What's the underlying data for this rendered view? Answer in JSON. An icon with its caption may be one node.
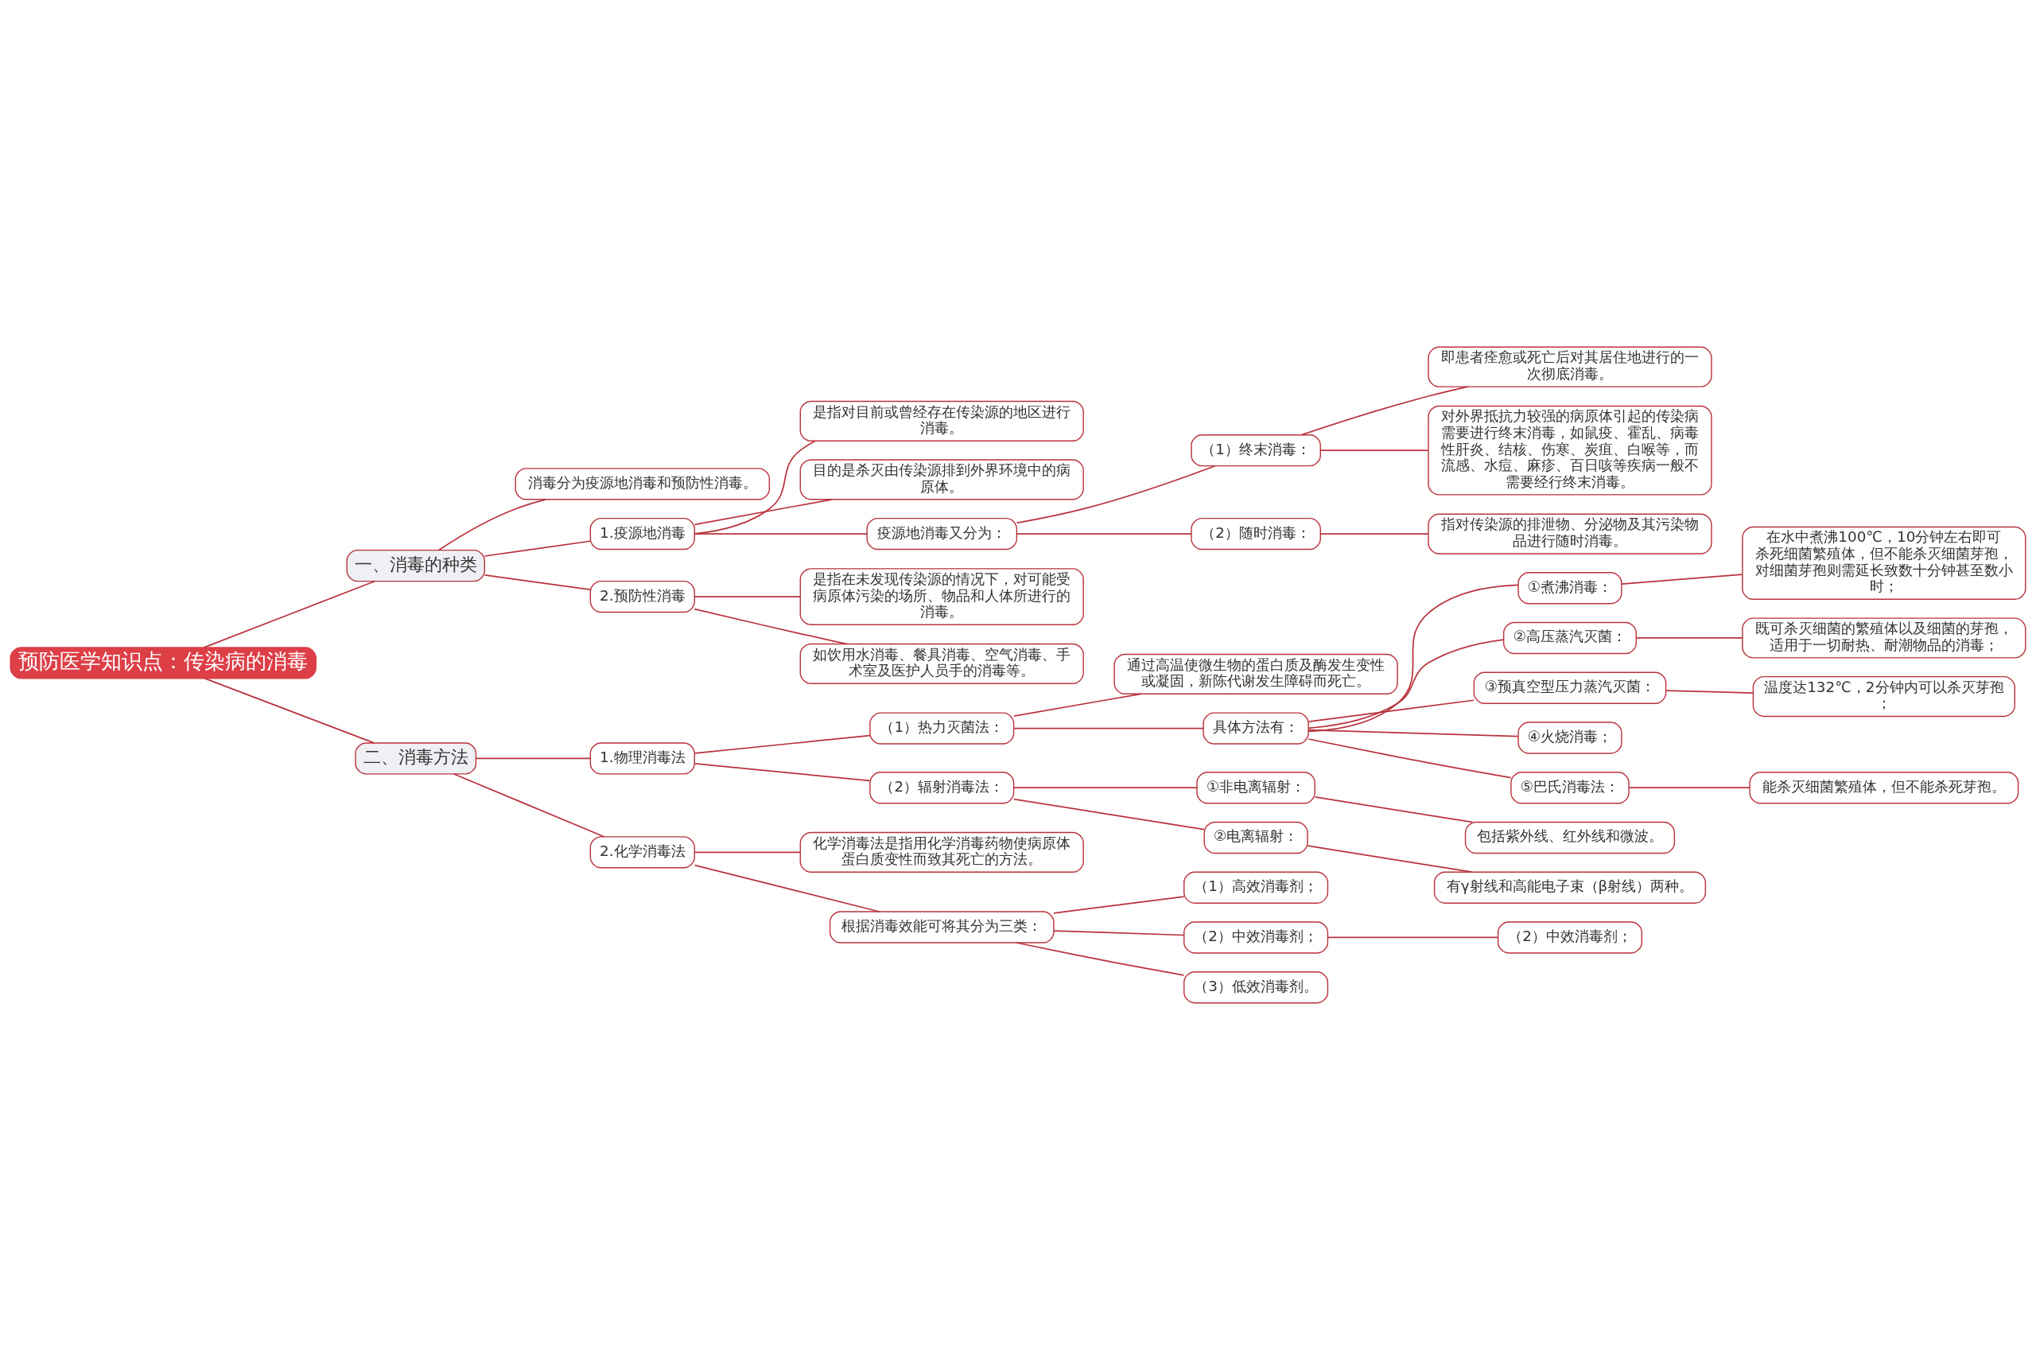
{
  "diagram": {
    "nodes": [
      {
        "text": [
          "预防医学知识点：传染病的消毒"
        ]
      },
      {
        "text": [
          "一、消毒的种类"
        ]
      },
      {
        "text": [
          "消毒分为疫源地消毒和预防性消毒。"
        ]
      },
      {
        "text": [
          "1.疫源地消毒"
        ]
      },
      {
        "text": [
          "是指对目前或曾经存在传染源的地区进行消毒。"
        ]
      },
      {
        "text": [
          "目的是杀灭由传染源排到外界环境中的病原体。"
        ]
      },
      {
        "text": [
          "疫源地消毒又分为："
        ]
      },
      {
        "text": [
          "（1）终末消毒："
        ]
      },
      {
        "text": [
          "即患者痊愈或死亡后对其居住地进行的一次彻底消毒。"
        ]
      },
      {
        "text": [
          "对外界抵抗力较强的病原体引起的传染病需要进行终末消毒，如鼠疫、霍乱、病毒性肝炎、结核、伤寒、炭疽、白喉等，而流感、水痘、麻疹、百日咳等疾病一般不需要经行终末消毒。"
        ]
      },
      {
        "text": [
          "（2）随时消毒："
        ]
      },
      {
        "text": [
          "指对传染源的排泄物、分泌物及其污染物品进行随时消毒。"
        ]
      },
      {
        "text": [
          "2.预防性消毒"
        ]
      },
      {
        "text": [
          "是指在未发现传染源的情况下，对可能受病原体污染的场所、物品和人体所进行的消毒。"
        ]
      },
      {
        "text": [
          "如饮用水消毒、餐具消毒、空气消毒、手术室及医护人员手的消毒等。"
        ]
      },
      {
        "text": [
          "二、消毒方法"
        ]
      },
      {
        "text": [
          "1.物理消毒法"
        ]
      },
      {
        "text": [
          "（1）热力灭菌法："
        ]
      },
      {
        "text": [
          "通过高温使微生物的蛋白质及酶发生变性或凝固，新陈代谢发生障碍而死亡。"
        ]
      },
      {
        "text": [
          "具体方法有："
        ]
      },
      {
        "text": [
          "①煮沸消毒："
        ]
      },
      {
        "text": [
          "在水中煮沸100℃，10分钟左右即可杀死细菌繁殖体，但不能杀灭细菌芽孢，对细菌芽孢则需延长致数十分钟甚至数小时；"
        ]
      },
      {
        "text": [
          "②高压蒸汽灭菌："
        ]
      },
      {
        "text": [
          "既可杀灭细菌的繁殖体以及细菌的芽孢，适用于一切耐热、耐潮物品的消毒；"
        ]
      },
      {
        "text": [
          "③预真空型压力蒸汽灭菌："
        ]
      },
      {
        "text": [
          "温度达132℃，2分钟内可以杀灭芽孢；"
        ]
      },
      {
        "text": [
          "④火烧消毒；"
        ]
      },
      {
        "text": [
          "⑤巴氏消毒法："
        ]
      },
      {
        "text": [
          "能杀灭细菌繁殖体，但不能杀死芽孢。"
        ]
      },
      {
        "text": [
          "（2）辐射消毒法："
        ]
      },
      {
        "text": [
          "①非电离辐射："
        ]
      },
      {
        "text": [
          "包括紫外线、红外线和微波。"
        ]
      },
      {
        "text": [
          "②电离辐射："
        ]
      },
      {
        "text": [
          "有γ射线和高能电子束（β射线）两种。"
        ]
      },
      {
        "text": [
          "2.化学消毒法"
        ]
      },
      {
        "text": [
          "化学消毒法是指用化学消毒药物使病原体蛋白质变性而致其死亡的方法。"
        ]
      },
      {
        "text": [
          "根据消毒效能可将其分为三类："
        ]
      },
      {
        "text": [
          "（1）高效消毒剂；"
        ]
      },
      {
        "text": [
          "（2）中效消毒剂；"
        ]
      },
      {
        "text": [
          "（2）中效消毒剂；"
        ]
      },
      {
        "text": [
          "（3）低效消毒剂。"
        ]
      }
    ],
    "edges": [
      {
        "from": 0,
        "to": 1,
        "arrow": "none"
      },
      {
        "from": 1,
        "to": 2,
        "arrow": "none"
      },
      {
        "from": 1,
        "to": 3,
        "arrow": "none"
      },
      {
        "from": 3,
        "to": 4,
        "arrow": "none"
      },
      {
        "from": 3,
        "to": 5,
        "arrow": "none"
      },
      {
        "from": 3,
        "to": 6,
        "arrow": "none"
      },
      {
        "from": 6,
        "to": 7,
        "arrow": "none"
      },
      {
        "from": 7,
        "to": 8,
        "arrow": "none"
      },
      {
        "from": 7,
        "to": 9,
        "arrow": "none"
      },
      {
        "from": 6,
        "to": 10,
        "arrow": "none"
      },
      {
        "from": 10,
        "to": 11,
        "arrow": "none"
      },
      {
        "from": 1,
        "to": 12,
        "arrow": "none"
      },
      {
        "from": 12,
        "to": 13,
        "arrow": "none"
      },
      {
        "from": 12,
        "to": 14,
        "arrow": "none"
      },
      {
        "from": 0,
        "to": 15,
        "arrow": "none"
      },
      {
        "from": 15,
        "to": 16,
        "arrow": "none"
      },
      {
        "from": 16,
        "to": 17,
        "arrow": "none"
      },
      {
        "from": 17,
        "to": 18,
        "arrow": "none"
      },
      {
        "from": 17,
        "to": 19,
        "arrow": "none"
      },
      {
        "from": 19,
        "to": 20,
        "arrow": "none"
      },
      {
        "from": 20,
        "to": 21,
        "arrow": "none"
      },
      {
        "from": 19,
        "to": 22,
        "arrow": "none"
      },
      {
        "from": 22,
        "to": 23,
        "arrow": "none"
      },
      {
        "from": 19,
        "to": 24,
        "arrow": "none"
      },
      {
        "from": 24,
        "to": 25,
        "arrow": "none"
      },
      {
        "from": 19,
        "to": 26,
        "arrow": "none"
      },
      {
        "from": 19,
        "to": 27,
        "arrow": "none"
      },
      {
        "from": 27,
        "to": 28,
        "arrow": "none"
      },
      {
        "from": 16,
        "to": 29,
        "arrow": "none"
      },
      {
        "from": 29,
        "to": 30,
        "arrow": "none"
      },
      {
        "from": 30,
        "to": 31,
        "arrow": "none"
      },
      {
        "from": 29,
        "to": 32,
        "arrow": "none"
      },
      {
        "from": 32,
        "to": 33,
        "arrow": "none"
      },
      {
        "from": 15,
        "to": 34,
        "arrow": "none"
      },
      {
        "from": 34,
        "to": 35,
        "arrow": "none"
      },
      {
        "from": 34,
        "to": 36,
        "arrow": "none"
      },
      {
        "from": 36,
        "to": 37,
        "arrow": "none"
      },
      {
        "from": 36,
        "to": 38,
        "arrow": "none"
      },
      {
        "from": 38,
        "to": 39,
        "arrow": "none"
      },
      {
        "from": 36,
        "to": 40,
        "arrow": "none"
      }
    ]
  }
}
